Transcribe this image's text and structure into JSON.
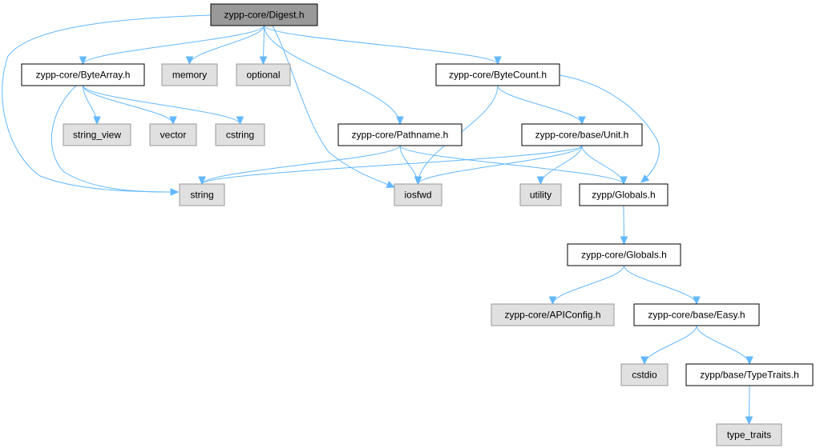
{
  "colors": {
    "root_fill": "#999999",
    "local_fill": "#ffffff",
    "system_fill": "#e0e0e0",
    "node_border": "#000000",
    "system_border": "#999999",
    "edge": "#63b8ff"
  },
  "nodes": [
    {
      "id": "digest",
      "label": "zypp-core/Digest.h",
      "kind": "root"
    },
    {
      "id": "bytearray",
      "label": "zypp-core/ByteArray.h",
      "kind": "local"
    },
    {
      "id": "memory",
      "label": "memory",
      "kind": "system"
    },
    {
      "id": "optional",
      "label": "optional",
      "kind": "system"
    },
    {
      "id": "bytecount",
      "label": "zypp-core/ByteCount.h",
      "kind": "local"
    },
    {
      "id": "string_view",
      "label": "string_view",
      "kind": "system"
    },
    {
      "id": "vector",
      "label": "vector",
      "kind": "system"
    },
    {
      "id": "cstring",
      "label": "cstring",
      "kind": "system"
    },
    {
      "id": "pathname",
      "label": "zypp-core/Pathname.h",
      "kind": "local"
    },
    {
      "id": "unit",
      "label": "zypp-core/base/Unit.h",
      "kind": "local"
    },
    {
      "id": "string",
      "label": "string",
      "kind": "system"
    },
    {
      "id": "iosfwd",
      "label": "iosfwd",
      "kind": "system"
    },
    {
      "id": "utility",
      "label": "utility",
      "kind": "system"
    },
    {
      "id": "zglobals",
      "label": "zypp/Globals.h",
      "kind": "local"
    },
    {
      "id": "cglobals",
      "label": "zypp-core/Globals.h",
      "kind": "local"
    },
    {
      "id": "apiconfig",
      "label": "zypp-core/APIConfig.h",
      "kind": "system"
    },
    {
      "id": "easy",
      "label": "zypp-core/base/Easy.h",
      "kind": "local"
    },
    {
      "id": "cstdio",
      "label": "cstdio",
      "kind": "system"
    },
    {
      "id": "typetraits",
      "label": "zypp/base/TypeTraits.h",
      "kind": "local"
    },
    {
      "id": "type_traits",
      "label": "type_traits",
      "kind": "system"
    }
  ],
  "edges": [
    {
      "from": "digest",
      "to": "bytearray"
    },
    {
      "from": "digest",
      "to": "memory"
    },
    {
      "from": "digest",
      "to": "optional"
    },
    {
      "from": "digest",
      "to": "bytecount"
    },
    {
      "from": "digest",
      "to": "pathname"
    },
    {
      "from": "digest",
      "to": "string"
    },
    {
      "from": "digest",
      "to": "iosfwd"
    },
    {
      "from": "bytearray",
      "to": "string_view"
    },
    {
      "from": "bytearray",
      "to": "vector"
    },
    {
      "from": "bytearray",
      "to": "cstring"
    },
    {
      "from": "bytearray",
      "to": "string"
    },
    {
      "from": "bytecount",
      "to": "unit"
    },
    {
      "from": "bytecount",
      "to": "iosfwd"
    },
    {
      "from": "bytecount",
      "to": "zglobals"
    },
    {
      "from": "pathname",
      "to": "string"
    },
    {
      "from": "pathname",
      "to": "iosfwd"
    },
    {
      "from": "pathname",
      "to": "zglobals"
    },
    {
      "from": "unit",
      "to": "string"
    },
    {
      "from": "unit",
      "to": "iosfwd"
    },
    {
      "from": "unit",
      "to": "utility"
    },
    {
      "from": "unit",
      "to": "zglobals"
    },
    {
      "from": "zglobals",
      "to": "cglobals"
    },
    {
      "from": "cglobals",
      "to": "apiconfig"
    },
    {
      "from": "cglobals",
      "to": "easy"
    },
    {
      "from": "easy",
      "to": "cstdio"
    },
    {
      "from": "easy",
      "to": "typetraits"
    },
    {
      "from": "typetraits",
      "to": "type_traits"
    }
  ]
}
